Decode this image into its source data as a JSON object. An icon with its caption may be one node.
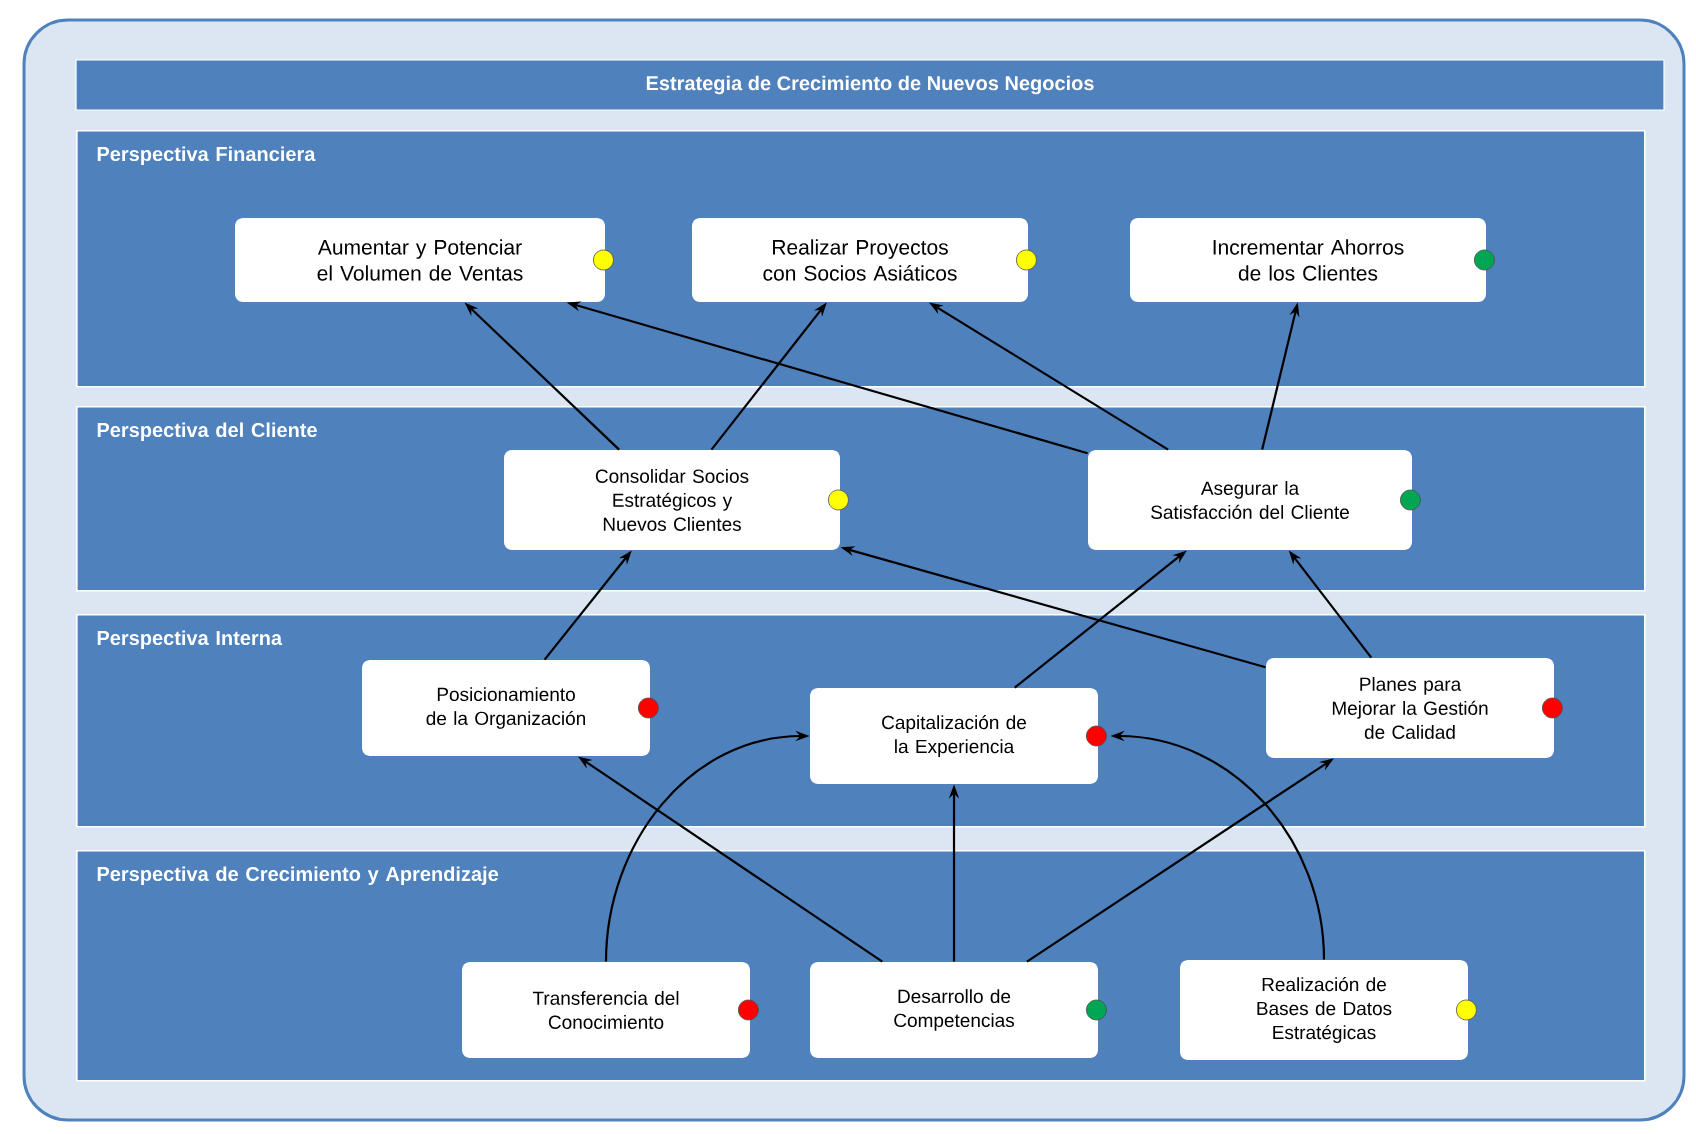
{
  "diagram": {
    "title": "Estrategia de Crecimiento de Nuevos Negocios",
    "nodes": [
      {
        "text": [
          "Perspectiva Financiera"
        ]
      },
      {
        "text": [
          "Aumentar y Potenciar el Volumen de Ventas"
        ],
        "in": 0
      },
      {
        "text": [
          "Realizar Proyectos con Socios Asiáticos"
        ],
        "in": 0
      },
      {
        "text": [
          "Incrementar Ahorros de los Clientes"
        ],
        "in": 0
      },
      {
        "text": [
          "Perspectiva del Cliente"
        ]
      },
      {
        "text": [
          "Consolidar Socios Estratégicos y Nuevos Clientes"
        ],
        "in": 4
      },
      {
        "text": [
          "Asegurar la Satisfacción del Cliente"
        ],
        "in": 4
      },
      {
        "text": [
          "Perspectiva Interna"
        ]
      },
      {
        "text": [
          "Posicionamiento de la Organización"
        ],
        "in": 7
      },
      {
        "text": [
          "Capitalización de la Experiencia"
        ],
        "in": 7
      },
      {
        "text": [
          "Planes para Mejorar la Gestión de Calidad"
        ],
        "in": 7
      },
      {
        "text": [
          "Perspectiva de Crecimiento y Aprendizaje"
        ]
      },
      {
        "text": [
          "Transferencia del Conocimiento"
        ],
        "in": 11
      },
      {
        "text": [
          "Desarrollo de Competencias"
        ],
        "in": 11
      },
      {
        "text": [
          "Realización de Bases de Datos Estratégicas"
        ],
        "in": 11
      }
    ],
    "edges": [
      {
        "from": 5,
        "to": 1,
        "arrow": "to"
      },
      {
        "from": 5,
        "to": 2,
        "arrow": "to"
      },
      {
        "from": 6,
        "to": 1,
        "arrow": "to"
      },
      {
        "from": 6,
        "to": 2,
        "arrow": "to"
      },
      {
        "from": 6,
        "to": 3,
        "arrow": "to"
      },
      {
        "from": 8,
        "to": 5,
        "arrow": "to"
      },
      {
        "from": 9,
        "to": 6,
        "arrow": "to"
      },
      {
        "from": 10,
        "to": 5,
        "arrow": "to"
      },
      {
        "from": 10,
        "to": 6,
        "arrow": "to"
      },
      {
        "from": 12,
        "to": 9,
        "arrow": "to"
      },
      {
        "from": 13,
        "to": 8,
        "arrow": "to"
      },
      {
        "from": 13,
        "to": 9,
        "arrow": "to"
      },
      {
        "from": 13,
        "to": 10,
        "arrow": "to"
      },
      {
        "from": 14,
        "to": 9,
        "arrow": "to"
      }
    ]
  }
}
